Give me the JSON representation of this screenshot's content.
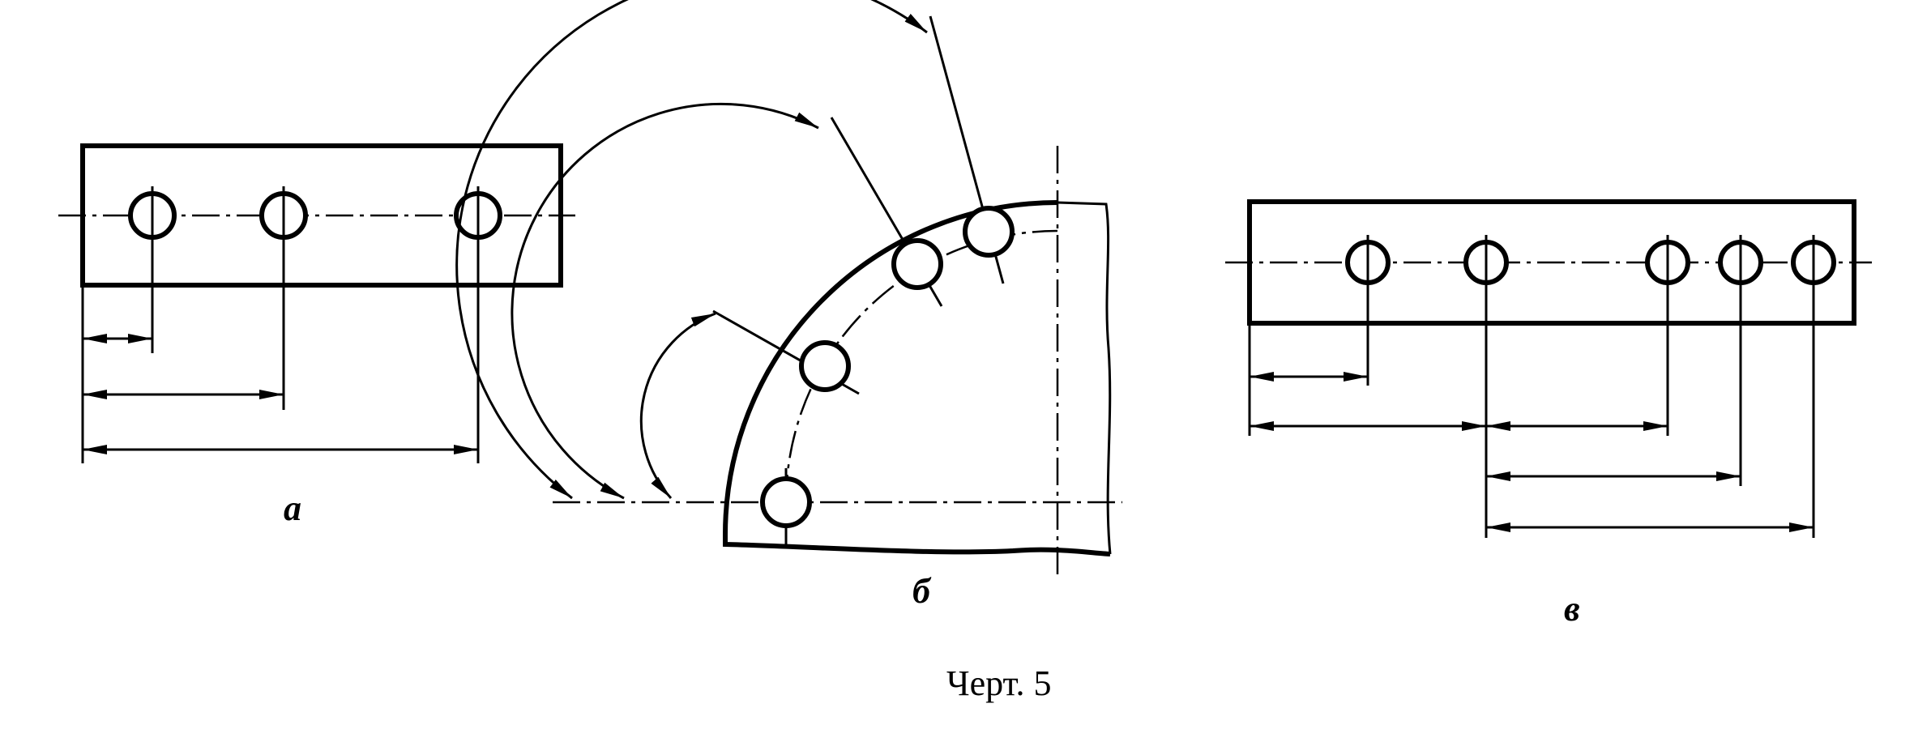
{
  "labels": {
    "view_a": "а",
    "view_b": "б",
    "view_c": "в"
  },
  "caption": "Черт. 5",
  "colors": {
    "line": "#000000",
    "background": "#ffffff"
  }
}
